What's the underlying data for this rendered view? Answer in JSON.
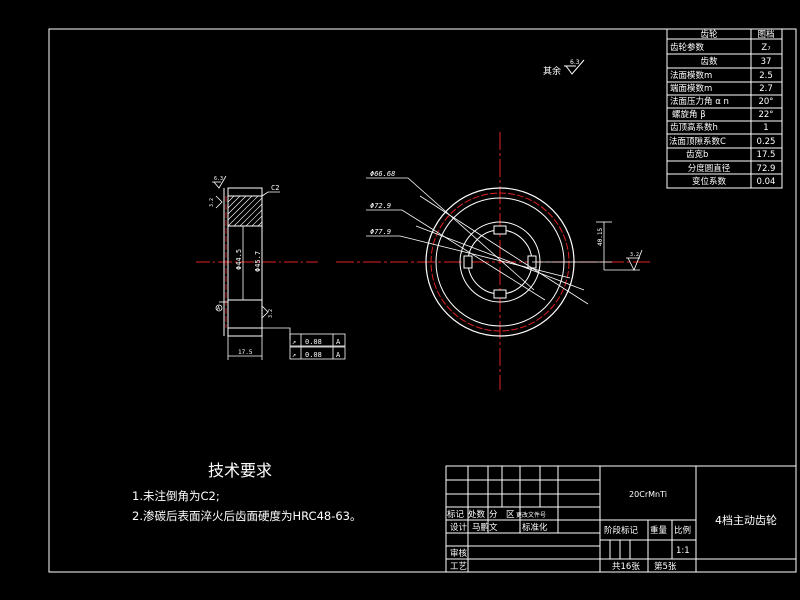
{
  "params_table": {
    "header": [
      "齿轮",
      "图档"
    ],
    "rows": [
      [
        "齿轮参数",
        "Z₇"
      ],
      [
        "齿数",
        "37"
      ],
      [
        "法面模数m",
        "2.5"
      ],
      [
        "端面模数m",
        "2.7"
      ],
      [
        "法面压力角 α n",
        "20°"
      ],
      [
        "螺旋角 β",
        "22°"
      ],
      [
        "齿顶高系数h",
        "1"
      ],
      [
        "法面顶隙系数C",
        "0.25"
      ],
      [
        "齿宽b",
        "17.5"
      ],
      [
        "分度圆直径",
        "72.9"
      ],
      [
        "变位系数",
        "0.04"
      ]
    ]
  },
  "labels": {
    "rest_finish": "其余",
    "roughness_rest": "6.3",
    "roughness_top": "6.3",
    "roughness_side": "3.2",
    "roughness_bottom": "3.2",
    "roughness_right": "3.2",
    "chamfer": "C2",
    "dim_d1": "Φ66.68",
    "dim_d2": "Φ72.9",
    "dim_d3": "Φ77.9",
    "dim_side_a": "Φ44.5",
    "dim_side_b": "Φ45.7",
    "width": "17.5",
    "key_dim": "40.15",
    "tol1_sym": "↗",
    "tol1_val": "0.08",
    "tol1_ref": "A",
    "tol2_sym": "↗",
    "tol2_val": "0.08",
    "tol2_ref": "A",
    "datum_mark": "A"
  },
  "tech_req": {
    "title": "技术要求",
    "items": [
      "1.未注倒角为C2;",
      "2.渗碳后表面淬火后齿面硬度为HRC48-63。"
    ]
  },
  "title_block": {
    "material": "20CrMnTi",
    "part_name": "4档主动齿轮",
    "mark": "标记",
    "count": "处数",
    "zone": "分",
    "zone2": "区",
    "change_doc": "更改文件号",
    "design": "设计",
    "designer": "马鹏文",
    "standardize": "标准化",
    "stage_mark": "阶段标记",
    "weight": "重量",
    "scale_label": "比例",
    "scale": "1:1",
    "review": "审核",
    "process": "工艺",
    "sheets": "共16张",
    "sheet_no": "第5张"
  }
}
